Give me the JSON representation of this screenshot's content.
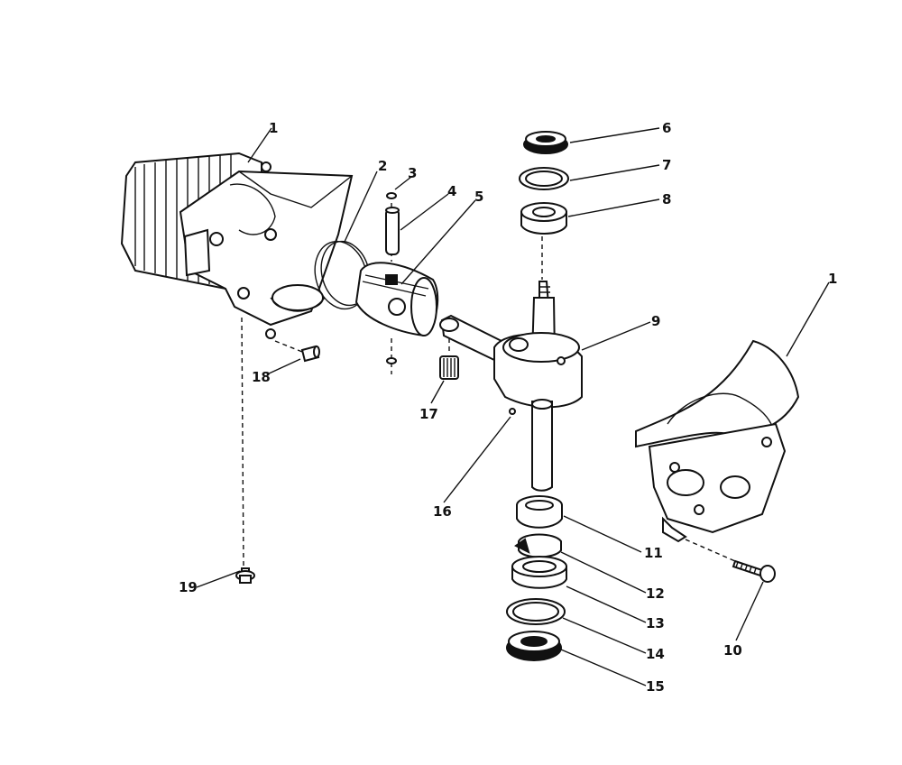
{
  "diagram": {
    "callouts": [
      {
        "id": "c1a",
        "text": "1"
      },
      {
        "id": "c1b",
        "text": "1"
      },
      {
        "id": "c2",
        "text": "2"
      },
      {
        "id": "c3",
        "text": "3"
      },
      {
        "id": "c4",
        "text": "4"
      },
      {
        "id": "c5",
        "text": "5"
      },
      {
        "id": "c6",
        "text": "6"
      },
      {
        "id": "c7",
        "text": "7"
      },
      {
        "id": "c8",
        "text": "8"
      },
      {
        "id": "c9",
        "text": "9"
      },
      {
        "id": "c10",
        "text": "10"
      },
      {
        "id": "c11",
        "text": "11"
      },
      {
        "id": "c12",
        "text": "12"
      },
      {
        "id": "c13",
        "text": "13"
      },
      {
        "id": "c14",
        "text": "14"
      },
      {
        "id": "c15",
        "text": "15"
      },
      {
        "id": "c16",
        "text": "16"
      },
      {
        "id": "c17",
        "text": "17"
      },
      {
        "id": "c18",
        "text": "18"
      },
      {
        "id": "c19",
        "text": "19"
      }
    ]
  }
}
